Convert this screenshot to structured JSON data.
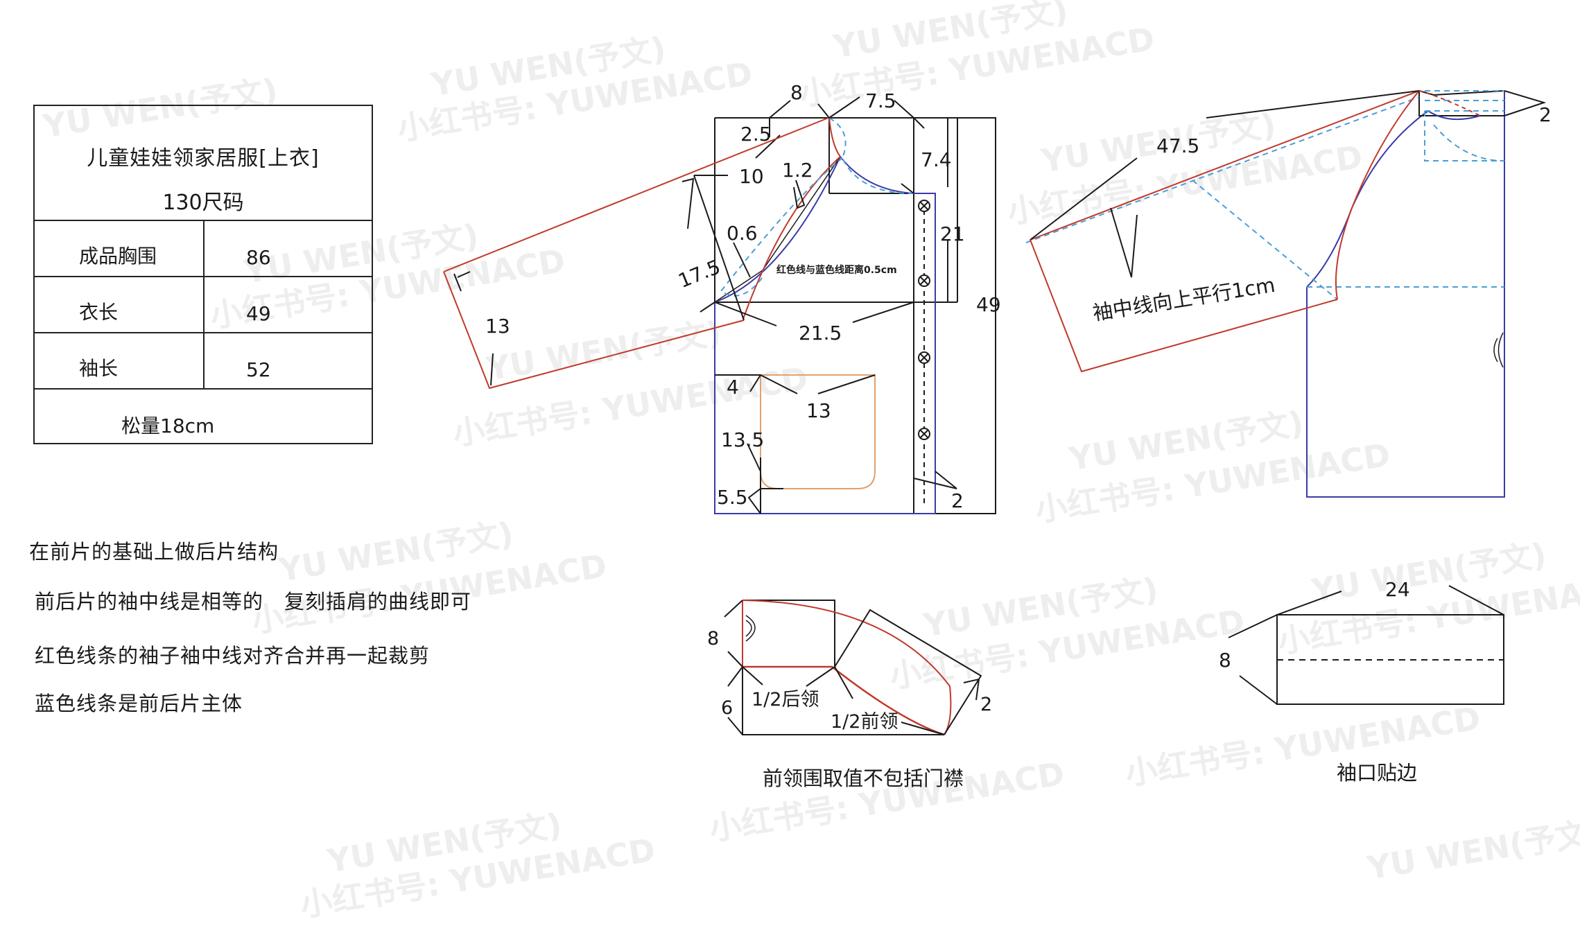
{
  "spec_table": {
    "title": "儿童娃娃领家居服[上衣]",
    "size": "130尺码",
    "rows": [
      {
        "label": "成品胸围",
        "value": "86"
      },
      {
        "label": "衣长",
        "value": "49"
      },
      {
        "label": "袖长",
        "value": "52"
      }
    ],
    "footer": "松量18cm"
  },
  "notes": [
    "在前片的基础上做后片结构",
    "前后片的袖中线是相等的　复刻插肩的曲线即可",
    "红色线条的袖子袖中线对齐合并再一起裁剪",
    "蓝色线条是前后片主体"
  ],
  "front_piece": {
    "dimensions": {
      "neck_width": "8",
      "shoulder_drop": "2.5",
      "sleeve_offset": "10",
      "neck_depth_right": "7.5",
      "front_neck_depth": "7.4",
      "curve_depth_1": "1.2",
      "curve_depth_2": "0.6",
      "armhole_line": "17.5",
      "chest_half": "21.5",
      "armhole_depth": "21",
      "total_length": "49",
      "sleeve_cuff": "13",
      "placket": "2"
    },
    "annotation": "红色线与蓝色线距离0.5cm",
    "pocket": {
      "top_offset": "4",
      "width": "13",
      "height": "13.5",
      "bottom_offset": "5.5"
    },
    "buttons": 4
  },
  "back_piece": {
    "sleeve_length": "47.5",
    "annotation": "袖中线向上平行1cm",
    "neck_rise": "2"
  },
  "collar": {
    "height_back": "8",
    "height_front": "6",
    "label_back": "1/2后领",
    "label_front": "1/2前领",
    "tip": "2",
    "caption": "前领围取值不包括门襟"
  },
  "cuff_facing": {
    "width": "24",
    "height": "8",
    "caption": "袖口贴边"
  },
  "watermarks": {
    "brand": "YU WEN(予文)",
    "handle": "小红书号: YUWENACD"
  },
  "colors": {
    "sleeve_red": "#c0392b",
    "body_blue": "#3a3aa8",
    "guide_blue_dashed": "#4a9ed6",
    "pocket_orange": "#e0a070",
    "construction_black": "#1a1a1a"
  }
}
